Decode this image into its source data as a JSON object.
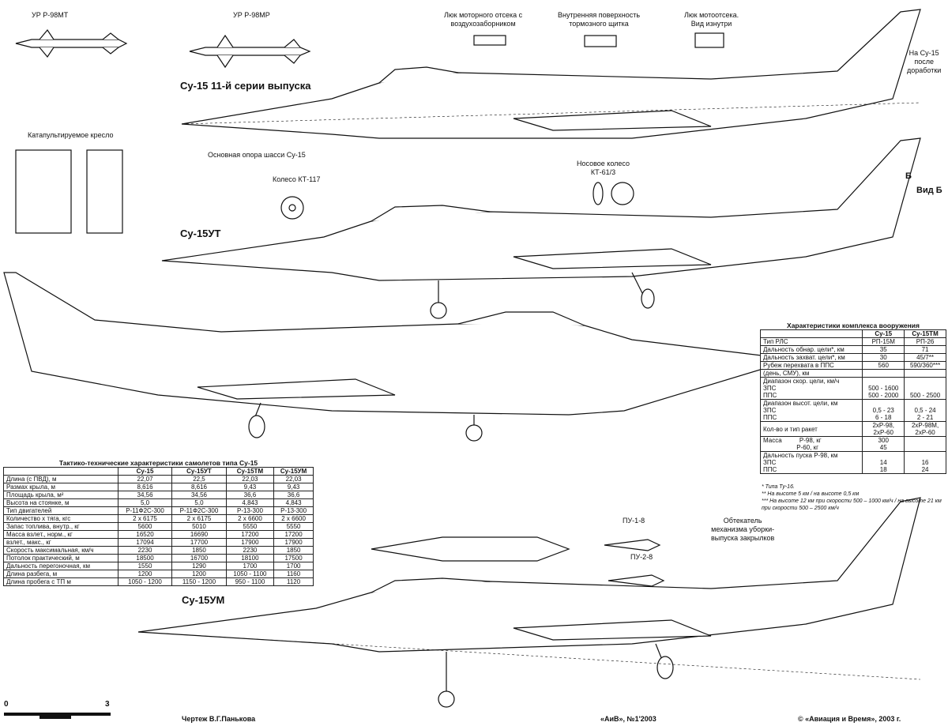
{
  "labels": {
    "r98mt": "УР Р-98МТ",
    "r98mr": "УР Р-98МР",
    "su15_11": "Су-15 11-й серии выпуска",
    "seat": "Катапультируемое кресло",
    "main_gear": "Основная опора шасси Су-15",
    "wheel_main": "Колесо КТ-117",
    "su15ut": "Су-15УТ",
    "nose_wheel": [
      "Носовое колесо",
      "КТ-61/3"
    ],
    "hatch_intake": [
      "Люк моторного отсека с",
      "воздухозаборником"
    ],
    "airbrake": [
      "Внутренняя поверхность",
      "тормозного щитка"
    ],
    "hatch_inside": [
      "Люк мотоотсека.",
      "Вид изнутри"
    ],
    "after_mod": [
      "На Су-15",
      "после",
      "доработки"
    ],
    "b_mark": "Б",
    "view_b": "Вид Б",
    "pu18": "ПУ-1-8",
    "pu28": "ПУ-2-8",
    "flap_fairing": [
      "Обтекатель",
      "механизма уборки-",
      "выпуска закрылков"
    ],
    "su15um": "Су-15УМ",
    "author": "Чертеж В.Г.Панькова",
    "issue": "«АиВ», №1'2003",
    "copyright": "© «Авиация и Время», 2003 г.",
    "scale": {
      "min": "0",
      "max": "3"
    }
  },
  "tth": {
    "title": "Тактико-технические характеристики самолетов типа Су-15",
    "columns": [
      "",
      "Су-15",
      "Су-15УТ",
      "Су-15ТМ",
      "Су-15УМ"
    ],
    "rows": [
      [
        "Длина (с ПВД), м",
        "22,07",
        "22,5",
        "22,03",
        "22,03"
      ],
      [
        "Размах крыла, м",
        "8,616",
        "8,616",
        "9,43",
        "9,43"
      ],
      [
        "Площадь крыла, м²",
        "34,56",
        "34,56",
        "36,6",
        "36,6"
      ],
      [
        "Высота на стоянке, м",
        "5,0",
        "5,0",
        "4,843",
        "4,843"
      ],
      [
        "Тип двигателей",
        "Р-11Ф2С-300",
        "Р-11Ф2С-300",
        "Р-13-300",
        "Р-13-300"
      ],
      [
        "Количество х тяга, кгс",
        "2 х 6175",
        "2 х 6175",
        "2 х 6600",
        "2 х 6600"
      ],
      [
        "Запас топлива, внутр., кг",
        "5600",
        "5010",
        "5550",
        "5550"
      ],
      [
        "Масса взлет., норм., кг",
        "16520",
        "16690",
        "17200",
        "17200"
      ],
      [
        "взлет., макс., кг",
        "17094",
        "17700",
        "17900",
        "17900"
      ],
      [
        "Скорость максимальная, км/ч",
        "2230",
        "1850",
        "2230",
        "1850"
      ],
      [
        "Потолок практический, м",
        "18500",
        "16700",
        "18100",
        "17500"
      ],
      [
        "Дальность перегоночная, км",
        "1550",
        "1290",
        "1700",
        "1700"
      ],
      [
        "Длина разбега, м",
        "1200",
        "1200",
        "1050 - 1100",
        "1160"
      ],
      [
        "Длина пробега с ТП м",
        "1050 - 1200",
        "1150 - 1200",
        "950 - 1100",
        "1120"
      ]
    ]
  },
  "arm": {
    "title": "Характеристики комплекса вооружения",
    "columns": [
      "",
      "Су-15",
      "Су-15ТМ"
    ],
    "rows": [
      [
        "Тип РЛС",
        "РП-15М",
        "РП-26"
      ],
      [
        "Дальность обнар. цели*, км",
        "35",
        "71"
      ],
      [
        "Дальность захват. цели*, км",
        "30",
        "45/7**"
      ],
      [
        "Рубеж перехвата в ППС",
        "560",
        "590/360***"
      ],
      [
        "(день, СМУ), км",
        "",
        ""
      ],
      [
        "Диапазон скор. цели, км/ч\nЗПС\nППС",
        "\n500 - 1600\n500 - 2000",
        "\n\n500 - 2500"
      ],
      [
        "Диапазон высот. цели, км\nЗПС\nППС",
        "\n0,5 - 23\n6 - 18",
        "\n0,5 - 24\n2 - 21"
      ],
      [
        "Кол-во и тип ракет",
        "2хР-98,\n2хР-60",
        "2хР-98М,\n2хР-60"
      ],
      [
        "Масса          Р-98, кг\n                   Р-60, кг",
        "300\n45",
        ""
      ],
      [
        "Дальность пуска Р-98, км\nЗПС\nППС",
        "\n14\n18",
        "\n16\n24"
      ]
    ],
    "footnotes": [
      "* Типа Ту-16.",
      "** На высоте 5 км / на высоте 0,5 км",
      "*** На высоте 12 км при скорости 500 – 1000 км/ч / на высоте 21 км при скорости 500 – 2500 км/ч"
    ]
  }
}
